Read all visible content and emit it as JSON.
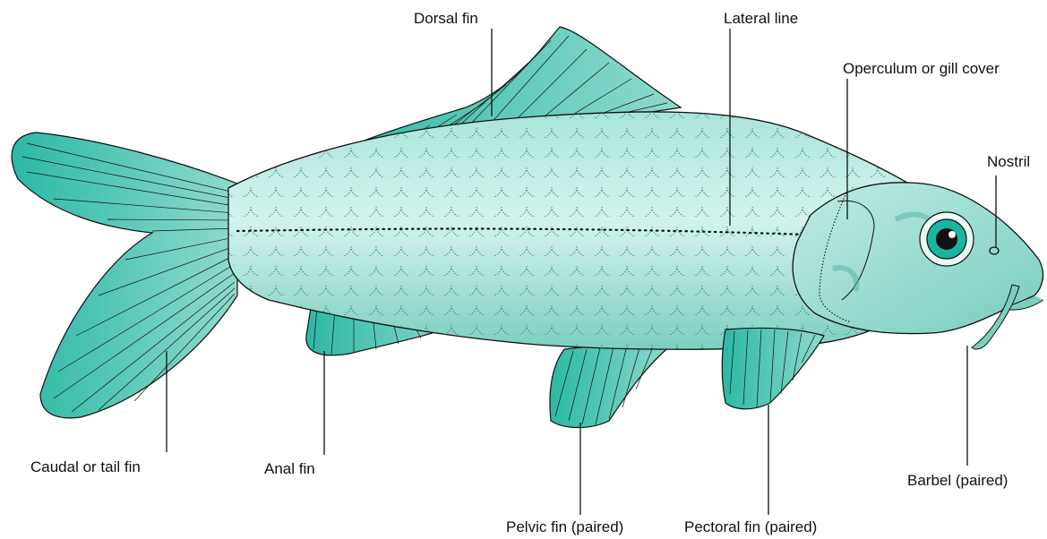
{
  "labels": {
    "dorsal_fin": "Dorsal fin",
    "lateral_line": "Lateral line",
    "operculum": "Operculum or gill cover",
    "nostril": "Nostril",
    "caudal_fin": "Caudal or tail fin",
    "anal_fin": "Anal fin",
    "pelvic_fin": "Pelvic fin (paired)",
    "pectoral_fin": "Pectoral fin (paired)",
    "barbel": "Barbel (paired)"
  },
  "colors": {
    "body": "#7fd1c4",
    "body_light": "#c8efe8",
    "fin": "#3cbfae",
    "fin_dark": "#1fa898",
    "eye_iris": "#1bb59f",
    "outline": "#111111"
  }
}
